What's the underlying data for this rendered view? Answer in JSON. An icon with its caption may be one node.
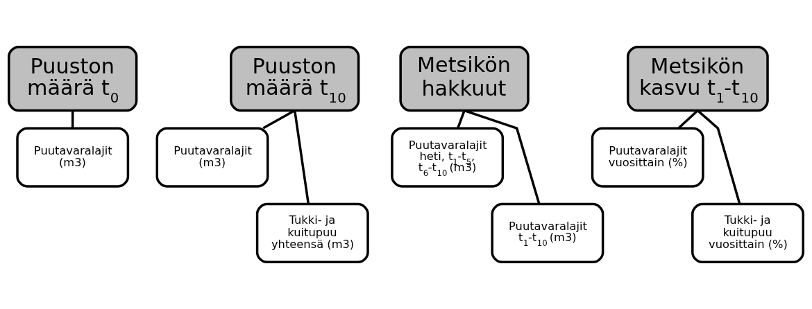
{
  "diagram": {
    "nodes": [
      {
        "text": [
          "Puuston määrä t$_{0}$"
        ]
      },
      {
        "text": [
          "Puutavaralajit (m3)"
        ]
      },
      {
        "text": [
          "Puuston määrä t$_{10}$"
        ]
      },
      {
        "text": [
          "Puutavaralajit (m3)"
        ]
      },
      {
        "text": [
          "Tukki- ja kuitupuu yhteensä (m3)"
        ]
      },
      {
        "text": [
          "Metsikön hakkuut"
        ]
      },
      {
        "text": [
          "Puutavaralajit heti, t$_{1}$-t$_{5}$, t$_{6}$-t$_{10}$ (m3)"
        ]
      },
      {
        "text": [
          "Puutavaralajit t$_{1}$-t$_{10}$ (m3)"
        ]
      },
      {
        "text": [
          "Metsikön kasvu t$_{1}$-t$_{10}$"
        ]
      },
      {
        "text": [
          "Puutavaralajit vuosittain (%)"
        ]
      },
      {
        "text": [
          "Tukki- ja kuitupuu vuosittain (%)"
        ]
      }
    ],
    "edges": [
      {
        "from": 0,
        "to": 1,
        "arrow": "none"
      },
      {
        "from": 2,
        "to": 3,
        "arrow": "none"
      },
      {
        "from": 2,
        "to": 4,
        "arrow": "none"
      },
      {
        "from": 5,
        "to": 6,
        "arrow": "none"
      },
      {
        "from": 5,
        "to": 7,
        "arrow": "none"
      },
      {
        "from": 8,
        "to": 9,
        "arrow": "none"
      },
      {
        "from": 8,
        "to": 10,
        "arrow": "none"
      }
    ]
  }
}
